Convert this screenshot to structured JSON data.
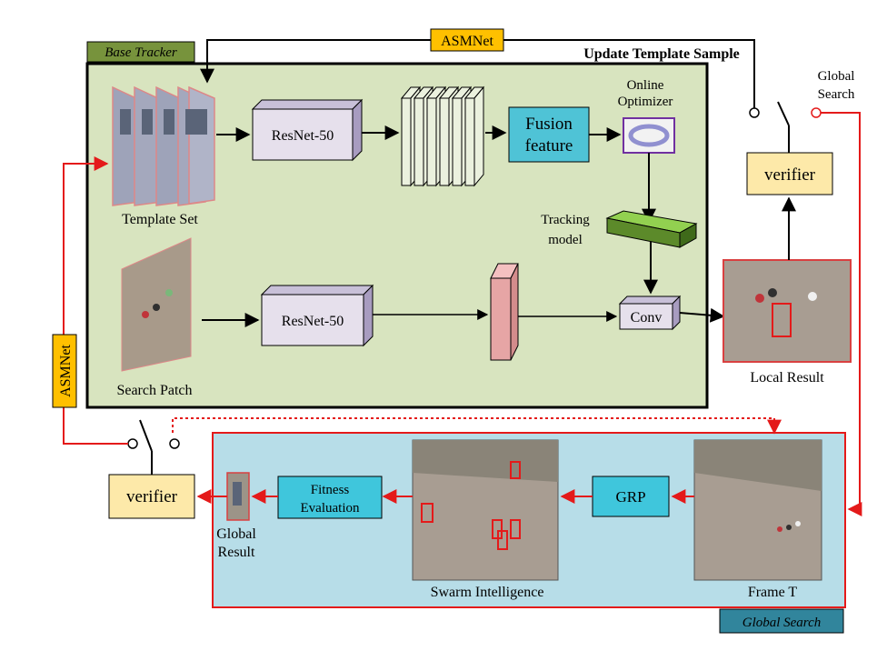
{
  "base_tracker": {
    "title": "Base Tracker",
    "bg": "#d8e4bf",
    "tag_color": "#77933c"
  },
  "global_search": {
    "title": "Global Search",
    "bg": "#b7dde8",
    "tag_color": "#31859c"
  },
  "asmnet_top": "ASMNet",
  "asmnet_left": "ASMNet",
  "update_template_sample": "Update Template Sample",
  "global_search_switch": [
    "Global",
    "Search"
  ],
  "template_set": "Template Set",
  "resnet_top": "ResNet-50",
  "resnet_bottom": "ResNet-50",
  "fusion_feature": [
    "Fusion",
    "feature"
  ],
  "online_optimizer": [
    "Online",
    "Optimizer"
  ],
  "tracking_model": [
    "Tracking",
    "model"
  ],
  "search_patch": "Search Patch",
  "conv": "Conv",
  "verifier_right": "verifier",
  "local_result": "Local Result",
  "verifier_left": "verifier",
  "global_result": [
    "Global",
    "Result"
  ],
  "fitness_evaluation": [
    "Fitness",
    "Evaluation"
  ],
  "swarm_intelligence": "Swarm Intelligence",
  "grp": "GRP",
  "frame_t": "Frame T",
  "colors": {
    "red": "#e41a1a",
    "asmnet": "#ffc000",
    "verifier": "#fde9a9",
    "cyan": "#3fc6dc",
    "resnet": "#e6e0ec"
  }
}
